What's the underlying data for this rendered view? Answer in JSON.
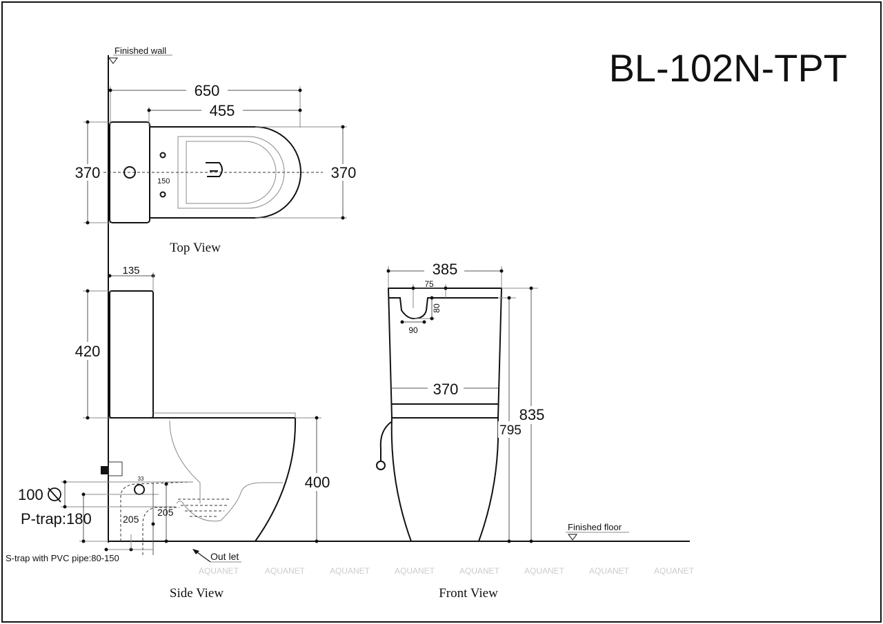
{
  "title": "BL-102N-TPT",
  "labels": {
    "finished_wall": "Finished wall",
    "finished_floor": "Finished floor",
    "top_view": "Top View",
    "side_view": "Side View",
    "front_view": "Front View",
    "outlet": "Out let",
    "s_trap": "S-trap with PVC pipe:80-150",
    "p_trap": "P-trap:180",
    "pipe_dia": "100"
  },
  "top_view": {
    "overall_length": "650",
    "bowl_length": "455",
    "width_left": "370",
    "width_right": "370",
    "hole_spacing": "150"
  },
  "side_view": {
    "tank_depth": "135",
    "tank_height": "420",
    "seat_height": "400",
    "outlet_dia": "33",
    "outlet_height_a": "205",
    "outlet_height_b": "205"
  },
  "front_view": {
    "tank_width": "385",
    "inlet_offset": "75",
    "inlet_depth": "80",
    "inlet_width": "90",
    "bowl_width": "370",
    "total_height": "835",
    "tank_top_height": "795"
  },
  "watermark": "AQUANET"
}
